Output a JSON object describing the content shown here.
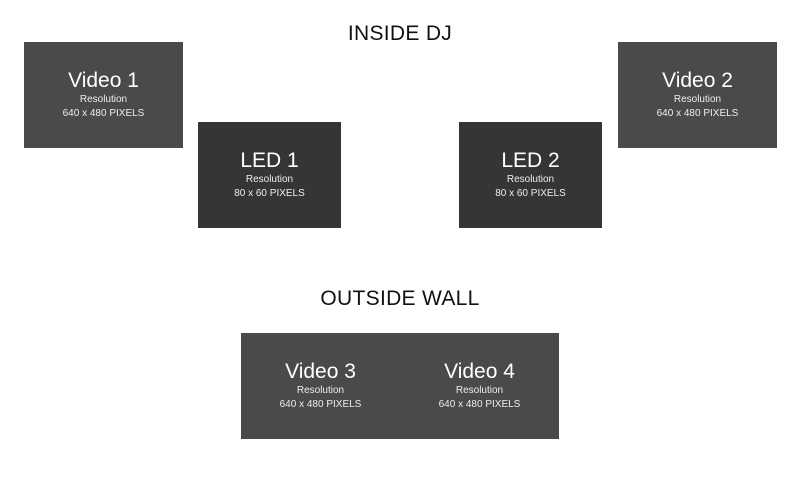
{
  "inside_dj": {
    "title": "INSIDE DJ",
    "panels": [
      {
        "name": "Video 1",
        "resolution_label": "Resolution",
        "resolution": "640 x 480 PIXELS"
      },
      {
        "name": "LED 1",
        "resolution_label": "Resolution",
        "resolution": "80 x 60 PIXELS"
      },
      {
        "name": "LED 2",
        "resolution_label": "Resolution",
        "resolution": "80 x 60 PIXELS"
      },
      {
        "name": "Video 2",
        "resolution_label": "Resolution",
        "resolution": "640 x 480 PIXELS"
      }
    ]
  },
  "outside_wall": {
    "title": "OUTSIDE WALL",
    "panels": [
      {
        "name": "Video 3",
        "resolution_label": "Resolution",
        "resolution": "640 x 480 PIXELS"
      },
      {
        "name": "Video 4",
        "resolution_label": "Resolution",
        "resolution": "640 x 480 PIXELS"
      }
    ]
  },
  "colors": {
    "video_panel": "#4a4a4a",
    "led_panel": "#353535",
    "text_on_panel": "#ffffff",
    "title_text": "#111111"
  }
}
